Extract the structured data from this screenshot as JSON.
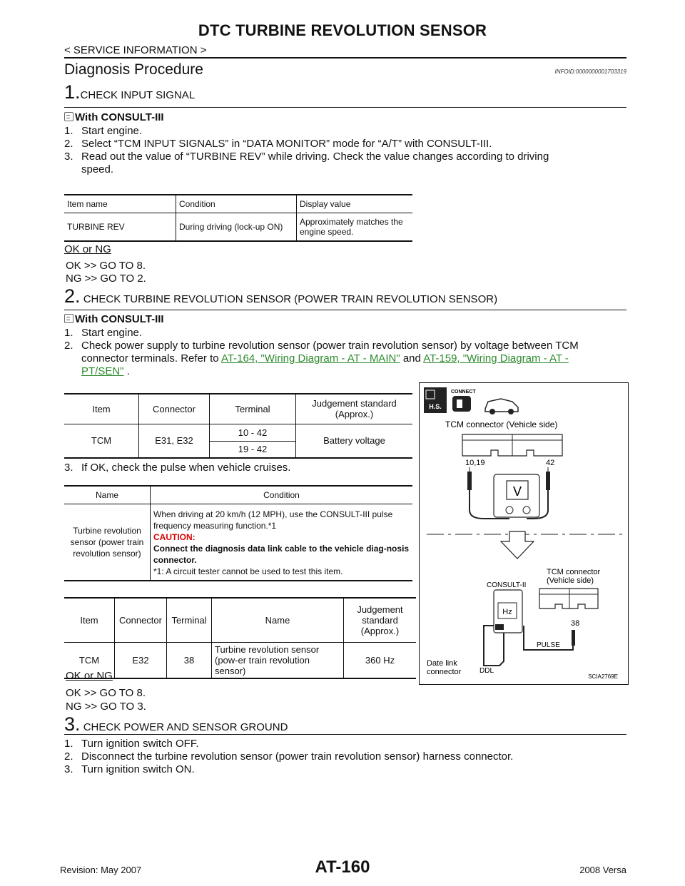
{
  "header": {
    "title": "DTC TURBINE REVOLUTION SENSOR",
    "section": "< SERVICE INFORMATION >"
  },
  "diagnosis": {
    "heading": "Diagnosis Procedure",
    "infoid": "INFOID:0000000001703319"
  },
  "step1": {
    "num": "1.",
    "title": "CHECK INPUT SIGNAL",
    "consult": "With CONSULT-III",
    "items": [
      {
        "n": "1.",
        "text": "Start engine."
      },
      {
        "n": "2.",
        "text": "Select “TCM INPUT SIGNALS” in “DATA MONITOR” mode for “A/T” with CONSULT-III."
      },
      {
        "n": "3.",
        "text": "Read out the value of “TURBINE REV” while driving. Check the value changes according to driving"
      },
      {
        "n": "",
        "text": "speed."
      }
    ],
    "table": {
      "headers": [
        "Item name",
        "Condition",
        "Display value"
      ],
      "row": [
        "TURBINE REV",
        "During driving (lock-up ON)",
        "Approximately matches the engine speed."
      ]
    },
    "okng": "OK or NG",
    "ok": "OK >> GO TO 8.",
    "ng": "NG >> GO TO 2."
  },
  "step2": {
    "num": "2.",
    "title": "CHECK TURBINE REVOLUTION SENSOR (POWER TRAIN REVOLUTION SENSOR)",
    "consult": "With CONSULT-III",
    "item1": "Start engine.",
    "item2_text": "Check power supply to turbine revolution sensor (power train revolution sensor) by voltage between TCM",
    "item2_text2": "connector terminals. Refer to",
    "link1": "AT-164, \"Wiring Diagram - AT - MAIN\"",
    "and": "and",
    "link2a": "AT-159, \"Wiring Diagram - AT -",
    "link2b": "PT/SEN\"",
    "period": ".",
    "table1": {
      "headers": [
        "Item",
        "Connector",
        "Terminal",
        "Judgement standard (Approx.)"
      ],
      "item": "TCM",
      "connector": "E31, E32",
      "terminals": [
        "10 - 42",
        "19 - 42"
      ],
      "judgement": "Battery voltage"
    },
    "item3": "If OK, check the pulse when vehicle cruises.",
    "table2": {
      "headers": [
        "Name",
        "Condition"
      ],
      "name": "Turbine revolution sensor (power train revolution sensor)",
      "cond1": "When driving at 20 km/h (12 MPH), use the CONSULT-III pulse frequency measuring function.*1",
      "caution_label": "CAUTION:",
      "caution_text": "Connect the diagnosis data link cable to the vehicle diag-nosis connector.",
      "note": "*1: A circuit tester cannot be used to test this item."
    },
    "table3": {
      "headers": [
        "Item",
        "Connector",
        "Terminal",
        "Name",
        "Judgement standard (Approx.)"
      ],
      "row": [
        "TCM",
        "E32",
        "38",
        "Turbine revolution sensor (pow-er train revolution sensor)",
        "360 Hz"
      ]
    },
    "okng": "OK or NG",
    "ok": "OK >> GO TO 8.",
    "ng": "NG >> GO TO 3."
  },
  "figure": {
    "hs": "H.S.",
    "connect": "CONNECT",
    "tcm_connector_vehicle": "TCM connector (Vehicle side)",
    "pin_left": "10,19",
    "pin_right": "42",
    "meter": "V",
    "consult2": "CONSULT-II",
    "tcm_connector": "TCM connector",
    "vehicle_side": "(Vehicle side)",
    "hz": "Hz",
    "pin38": "38",
    "pulse": "PULSE",
    "datalink": "Date link",
    "connector": "connector",
    "ddl": "DDL",
    "code": "SCIA2769E"
  },
  "step3": {
    "num": "3.",
    "title": "CHECK POWER AND SENSOR GROUND",
    "items": [
      {
        "n": "1.",
        "text": "Turn ignition switch OFF."
      },
      {
        "n": "2.",
        "text": "Disconnect the turbine revolution sensor (power train revolution sensor) harness connector."
      },
      {
        "n": "3.",
        "text": "Turn ignition switch ON."
      }
    ]
  },
  "footer": {
    "revision": "Revision: May 2007",
    "page": "AT-160",
    "model": "2008 Versa"
  }
}
